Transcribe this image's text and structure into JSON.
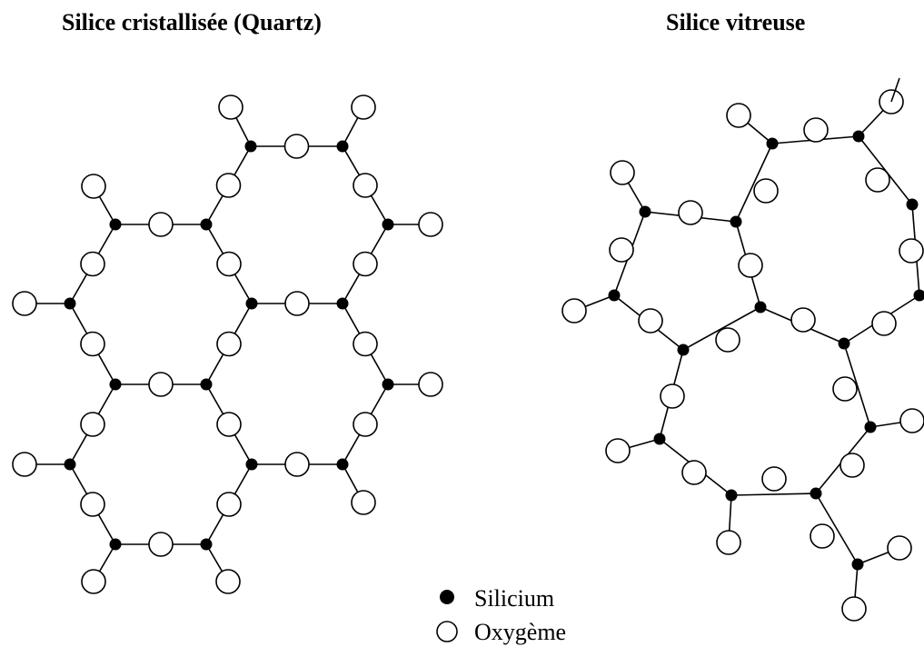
{
  "titles": {
    "crystalline": "Silice cristallisée (Quartz)",
    "vitreous": "Silice vitreuse"
  },
  "legend": {
    "silicon": "Silicium",
    "oxygen": "Oxygème"
  },
  "colors": {
    "silicon": "#000000",
    "oxygen_fill": "#ffffff",
    "stroke": "#000000"
  }
}
